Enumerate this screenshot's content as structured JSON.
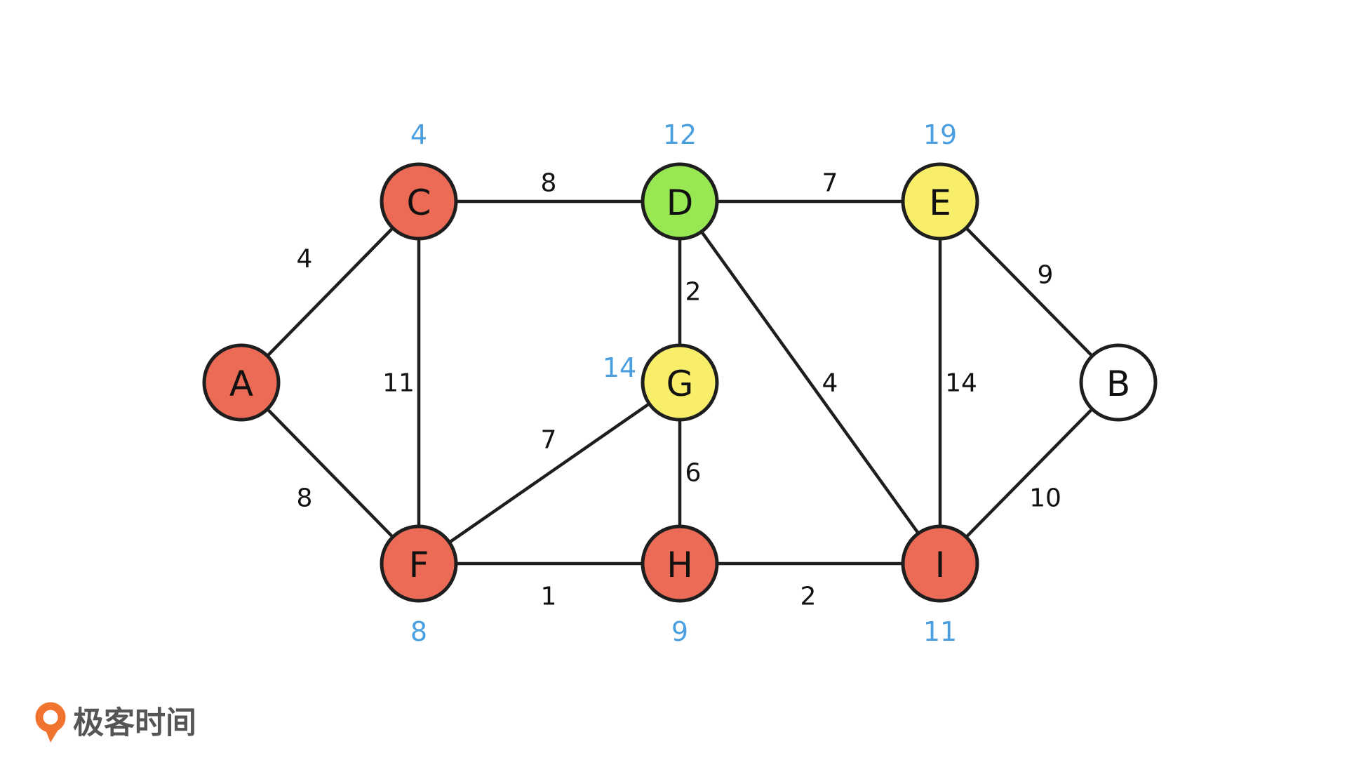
{
  "colors": {
    "visited": "#EC6B56",
    "current": "#98E854",
    "frontier": "#F8EE6A",
    "unvisited": "#FFFFFF",
    "distance_text": "#4A9FE0",
    "brand_orange": "#F0742F"
  },
  "nodes": [
    {
      "id": "A",
      "label": "A",
      "status": "visited",
      "distance": ""
    },
    {
      "id": "C",
      "label": "C",
      "status": "visited",
      "distance": "4"
    },
    {
      "id": "D",
      "label": "D",
      "status": "current",
      "distance": "12"
    },
    {
      "id": "E",
      "label": "E",
      "status": "frontier",
      "distance": "19"
    },
    {
      "id": "B",
      "label": "B",
      "status": "unvisited",
      "distance": ""
    },
    {
      "id": "G",
      "label": "G",
      "status": "frontier",
      "distance": "14"
    },
    {
      "id": "F",
      "label": "F",
      "status": "visited",
      "distance": "8"
    },
    {
      "id": "H",
      "label": "H",
      "status": "visited",
      "distance": "9"
    },
    {
      "id": "I",
      "label": "I",
      "status": "visited",
      "distance": "11"
    }
  ],
  "edges": [
    {
      "from": "A",
      "to": "C",
      "weight": "4"
    },
    {
      "from": "A",
      "to": "F",
      "weight": "8"
    },
    {
      "from": "C",
      "to": "D",
      "weight": "8"
    },
    {
      "from": "C",
      "to": "F",
      "weight": "11"
    },
    {
      "from": "D",
      "to": "E",
      "weight": "7"
    },
    {
      "from": "D",
      "to": "G",
      "weight": "2"
    },
    {
      "from": "D",
      "to": "I",
      "weight": "4"
    },
    {
      "from": "E",
      "to": "I",
      "weight": "14"
    },
    {
      "from": "E",
      "to": "B",
      "weight": "9"
    },
    {
      "from": "G",
      "to": "F",
      "weight": "7"
    },
    {
      "from": "G",
      "to": "H",
      "weight": "6"
    },
    {
      "from": "F",
      "to": "H",
      "weight": "1"
    },
    {
      "from": "H",
      "to": "I",
      "weight": "2"
    },
    {
      "from": "B",
      "to": "I",
      "weight": "10"
    }
  ],
  "brand": {
    "name": "极客时间",
    "icon": "geektime-logo-icon"
  }
}
